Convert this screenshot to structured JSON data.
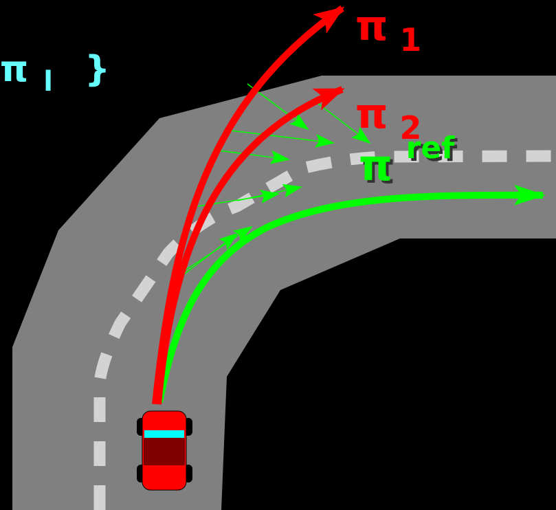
{
  "labels": {
    "set_fragment": {
      "symbol": "π",
      "subscript": "l",
      "brace": "}"
    },
    "policy_1": {
      "symbol": "π",
      "subscript": "1"
    },
    "policy_2": {
      "symbol": "π",
      "subscript": "2"
    },
    "policy_ref": {
      "symbol": "π",
      "superscript": "ref"
    }
  },
  "colors": {
    "background": "#000000",
    "road": "#808080",
    "lane_marking": "#d3d3d3",
    "policy_red": "#ff0000",
    "policy_green": "#00ff00",
    "set_label": "#66ffff",
    "car_body": "#ff0000",
    "car_roof": "#800000",
    "car_windshield": "#00ffff",
    "car_wheels": "#000000"
  },
  "icons": {
    "vehicle": "car-icon"
  }
}
